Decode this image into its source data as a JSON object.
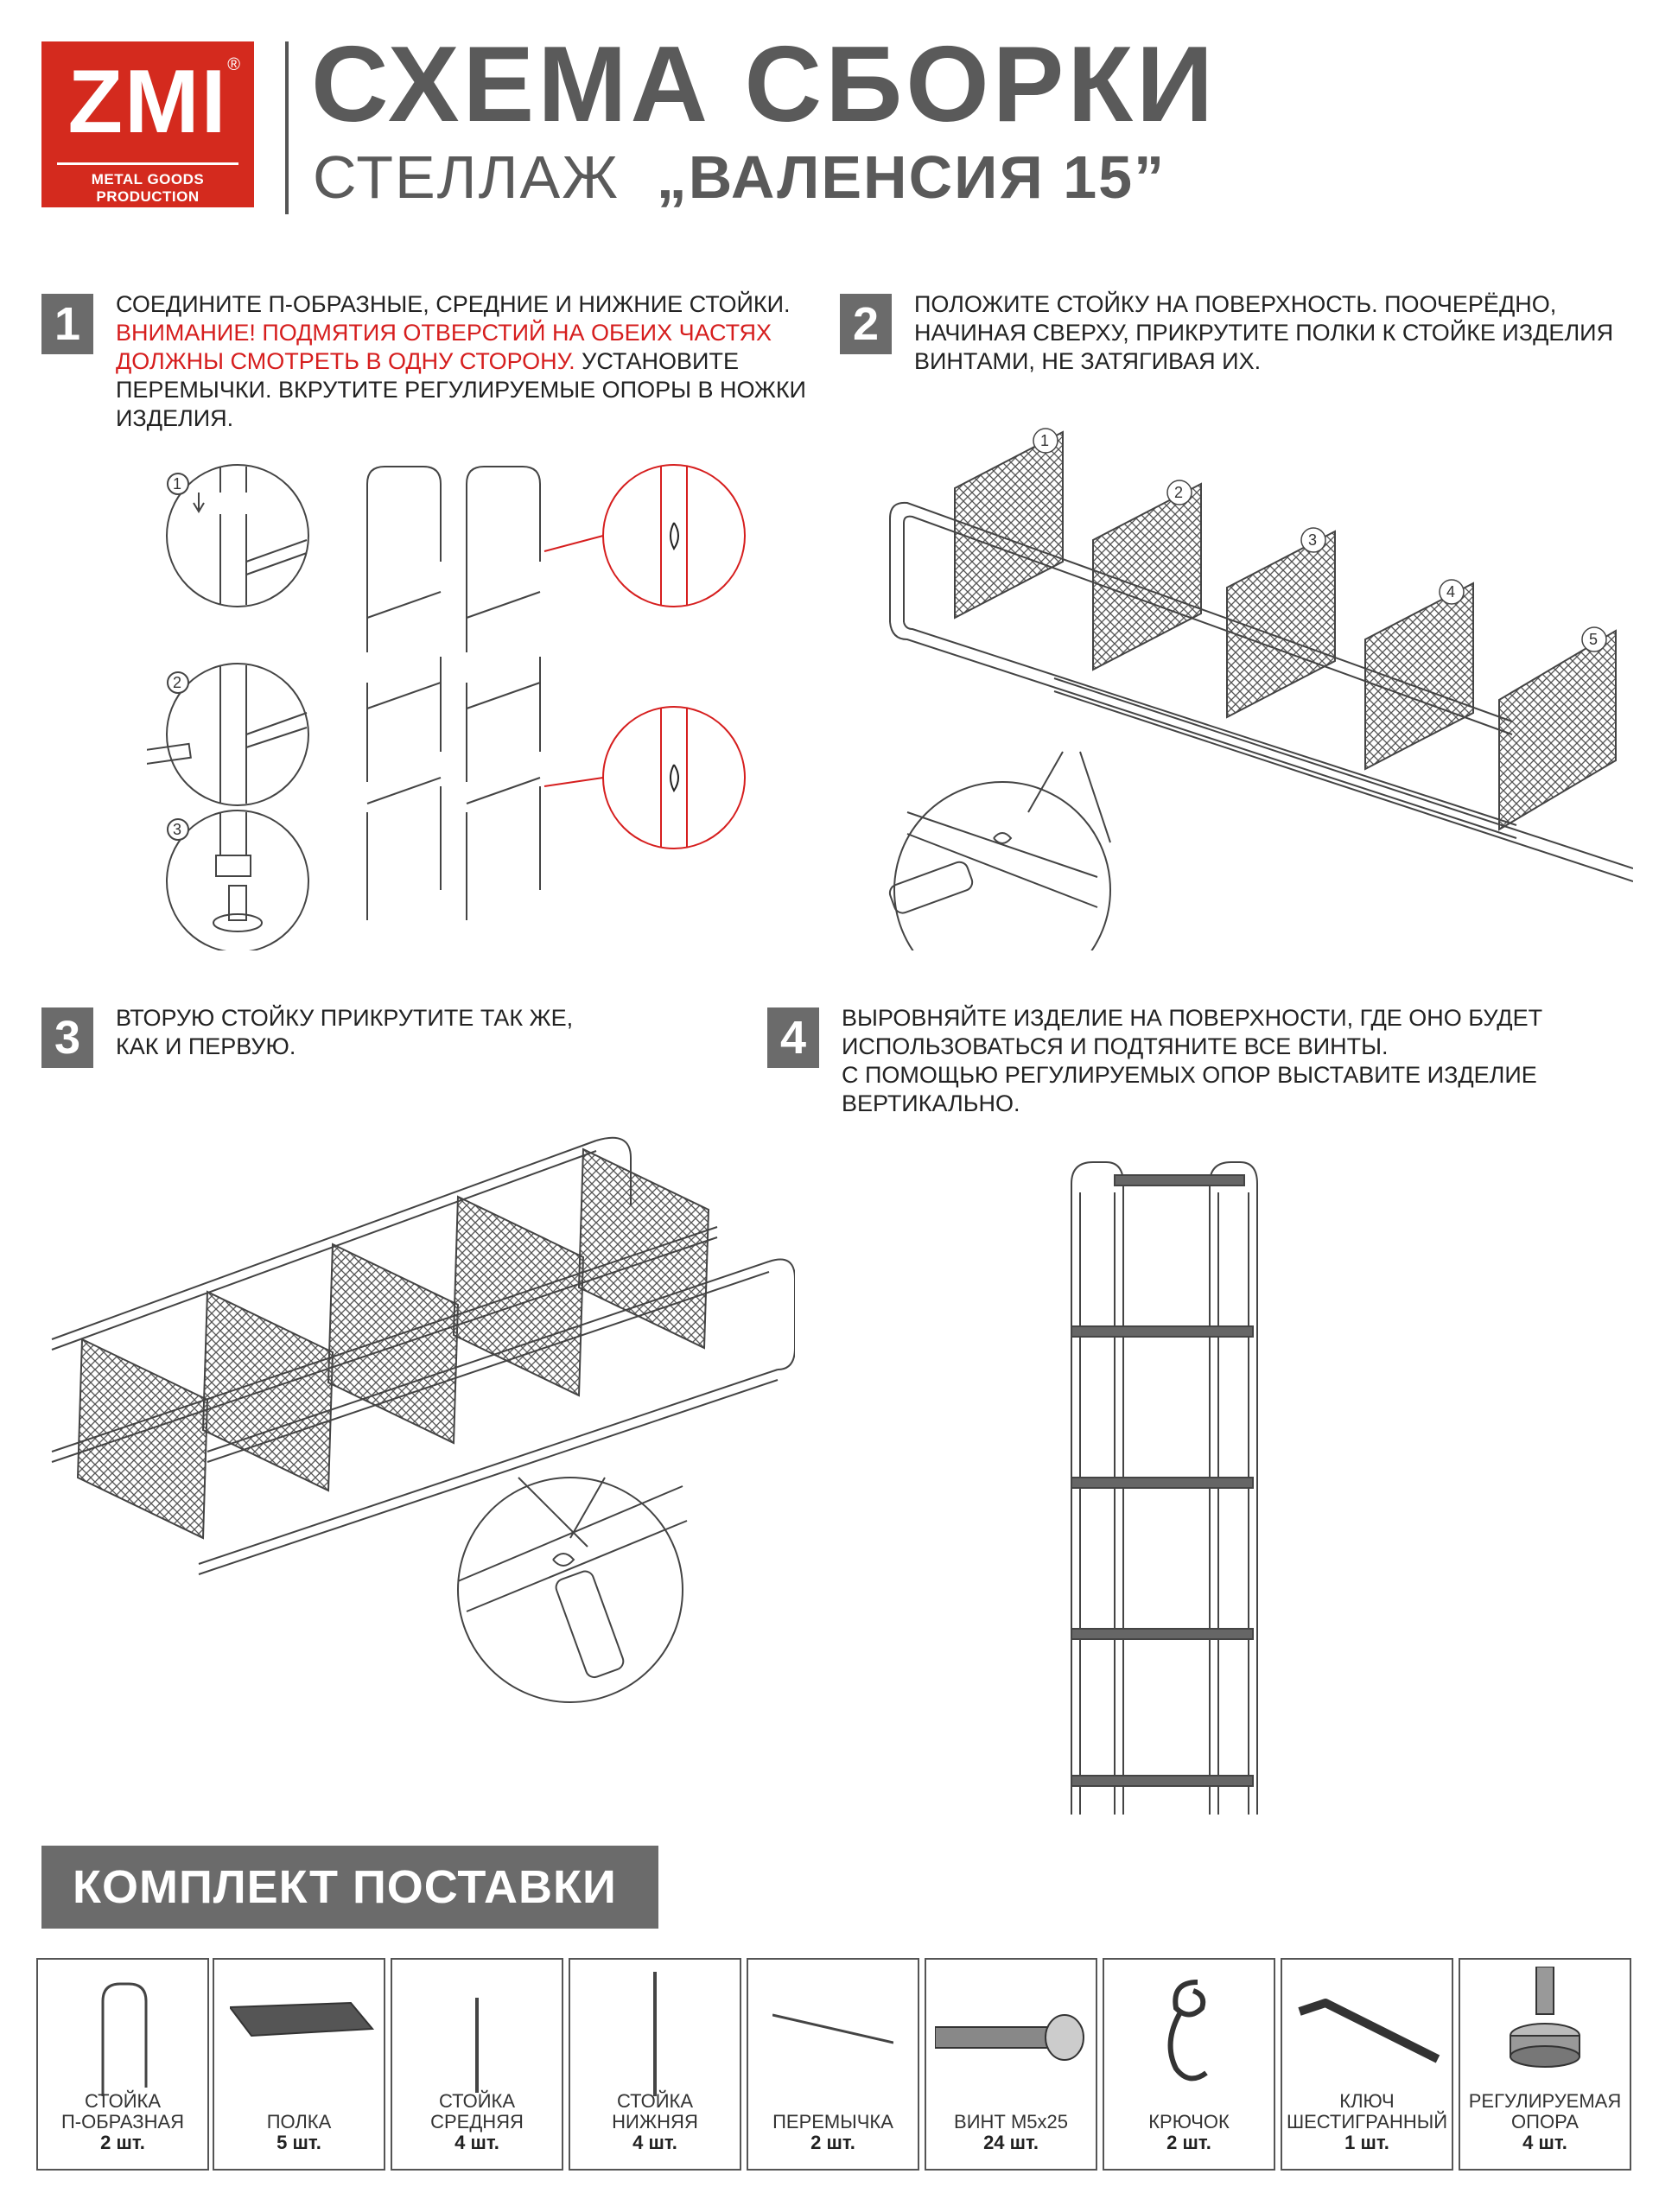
{
  "logo": {
    "brand": "ZMI",
    "registered": "®",
    "tagline": "METAL GOODS PRODUCTION"
  },
  "header": {
    "title": "СХЕМА СБОРКИ",
    "subtitle_prefix": "СТЕЛЛАЖ",
    "subtitle_name": "„ВАЛЕНСИЯ 15”"
  },
  "steps": [
    {
      "number": "1",
      "text_lines_a": [
        "СОЕДИНИТЕ П-ОБРАЗНЫЕ, СРЕДНИЕ И НИЖНИЕ СТОЙКИ."
      ],
      "warning_lines": [
        "ВНИМАНИЕ! ПОДМЯТИЯ ОТВЕРСТИЙ НА ОБЕИХ ЧАСТЯХ",
        "ДОЛЖНЫ СМОТРЕТЬ В ОДНУ СТОРОНУ."
      ],
      "warning_tail": " УСТАНОВИТЕ",
      "text_lines_b": [
        "ПЕРЕМЫЧКИ. ВКРУТИТЕ РЕГУЛИРУЕМЫЕ ОПОРЫ В НОЖКИ",
        "ИЗДЕЛИЯ."
      ],
      "callouts": [
        "1",
        "2",
        "3"
      ]
    },
    {
      "number": "2",
      "text_lines": [
        "ПОЛОЖИТЕ СТОЙКУ НА ПОВЕРХНОСТЬ. ПООЧЕРЁДНО,",
        "НАЧИНАЯ СВЕРХУ, ПРИКРУТИТЕ ПОЛКИ К СТОЙКЕ ИЗДЕЛИЯ",
        "ВИНТАМИ, НЕ ЗАТЯГИВАЯ ИХ."
      ],
      "shelf_numbers": [
        "1",
        "2",
        "3",
        "4",
        "5"
      ]
    },
    {
      "number": "3",
      "text_lines": [
        "ВТОРУЮ СТОЙКУ ПРИКРУТИТЕ ТАК ЖЕ,",
        "КАК И ПЕРВУЮ."
      ]
    },
    {
      "number": "4",
      "text_lines": [
        "ВЫРОВНЯЙТЕ ИЗДЕЛИЕ НА ПОВЕРХНОСТИ, ГДЕ ОНО БУДЕТ",
        "ИСПОЛЬЗОВАТЬСЯ И ПОДТЯНИТЕ ВСЕ ВИНТЫ.",
        "С ПОМОЩЬЮ РЕГУЛИРУЕМЫХ ОПОР ВЫСТАВИТЕ ИЗДЕЛИЕ",
        "ВЕРТИКАЛЬНО."
      ]
    }
  ],
  "kit": {
    "title": "КОМПЛЕКТ ПОСТАВКИ",
    "items": [
      {
        "icon": "u-frame-icon",
        "lines": [
          "СТОЙКА",
          "П-ОБРАЗНАЯ"
        ],
        "qty": "2 шт."
      },
      {
        "icon": "shelf-icon",
        "lines": [
          "ПОЛКА"
        ],
        "qty": "5 шт."
      },
      {
        "icon": "middle-post-icon",
        "lines": [
          "СТОЙКА",
          "СРЕДНЯЯ"
        ],
        "qty": "4 шт."
      },
      {
        "icon": "lower-post-icon",
        "lines": [
          "СТОЙКА",
          "НИЖНЯЯ"
        ],
        "qty": "4 шт."
      },
      {
        "icon": "crossbar-icon",
        "lines": [
          "ПЕРЕМЫЧКА"
        ],
        "qty": "2 шт."
      },
      {
        "icon": "screw-icon",
        "lines": [
          "ВИНТ M5x25"
        ],
        "qty": "24 шт."
      },
      {
        "icon": "hook-icon",
        "lines": [
          "КРЮЧОК"
        ],
        "qty": "2 шт."
      },
      {
        "icon": "hex-key-icon",
        "lines": [
          "КЛЮЧ",
          "ШЕСТИГРАННЫЙ"
        ],
        "qty": "1 шт."
      },
      {
        "icon": "adjustable-foot-icon",
        "lines": [
          "РЕГУЛИРУЕМАЯ",
          "ОПОРА"
        ],
        "qty": "4 шт."
      }
    ]
  },
  "colors": {
    "brand_red": "#d42a1e",
    "warning_red": "#d61e1e",
    "gray_bar": "#6b6b6b",
    "title_gray": "#5a5a5a"
  }
}
